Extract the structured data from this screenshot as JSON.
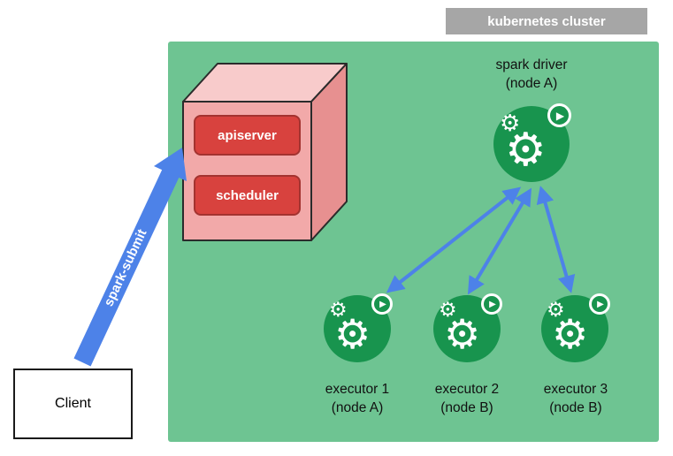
{
  "cluster": {
    "label": "kubernetes cluster"
  },
  "control_plane": {
    "apiserver_label": "apiserver",
    "scheduler_label": "scheduler"
  },
  "driver": {
    "title": "spark driver",
    "node": "(node A)"
  },
  "executors": [
    {
      "title": "executor 1",
      "node": "(node A)"
    },
    {
      "title": "executor 2",
      "node": "(node B)"
    },
    {
      "title": "executor 3",
      "node": "(node B)"
    }
  ],
  "client": {
    "label": "Client"
  },
  "spark_submit": {
    "label": "spark-submit"
  },
  "colors": {
    "cluster_bg": "#6ec492",
    "cluster_label_bg": "#a6a6a6",
    "pod_green": "#18944e",
    "arrow_blue": "#4d82e8",
    "box_front": "#f2a9a9",
    "box_top": "#f8cbcb",
    "box_side": "#e79090",
    "panel_red": "#d8423e",
    "client_border": "#1a1a1a"
  }
}
